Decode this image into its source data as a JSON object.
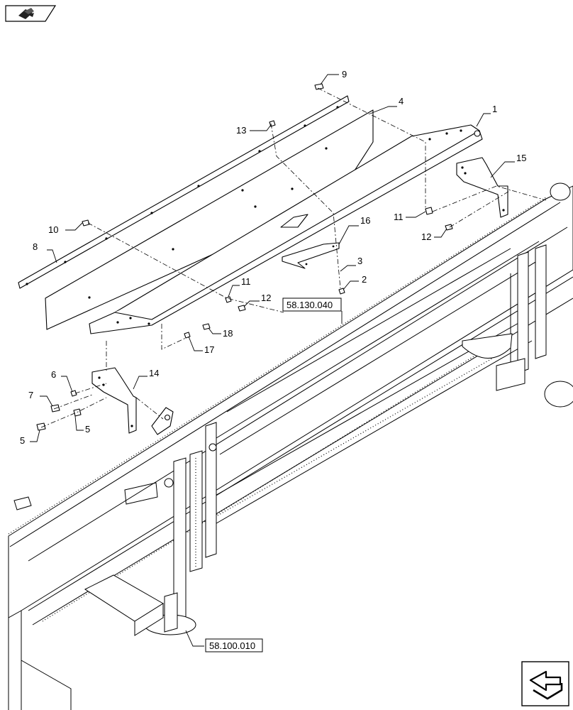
{
  "nav": {
    "top_button_icon": "book-arrow-icon",
    "bottom_button_icon": "return-arrow-icon"
  },
  "callouts": {
    "c1": "1",
    "c2": "2",
    "c3": "3",
    "c4": "4",
    "c5a": "5",
    "c5b": "5",
    "c6": "6",
    "c7": "7",
    "c8": "8",
    "c9": "9",
    "c10": "10",
    "c11a": "11",
    "c11b": "11",
    "c12a": "12",
    "c12b": "12",
    "c13": "13",
    "c14": "14",
    "c15": "15",
    "c16": "16",
    "c17": "17",
    "c18": "18"
  },
  "references": {
    "ref_top": "58.130.040",
    "ref_bottom": "58.100.010"
  }
}
